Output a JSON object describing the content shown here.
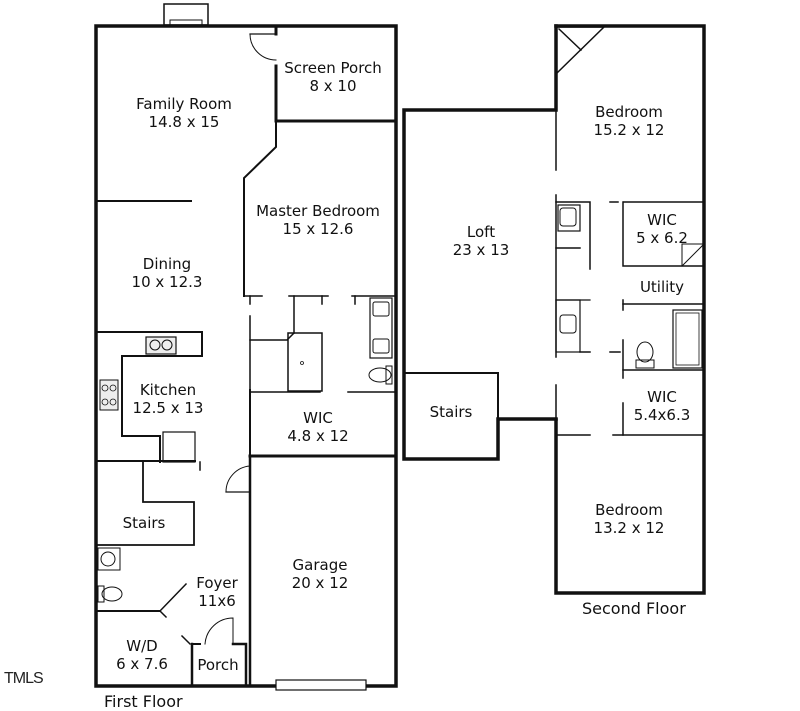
{
  "floors": {
    "first": {
      "caption": "First Floor",
      "rooms": [
        {
          "name": "Family Room",
          "size": "14.8 x 15"
        },
        {
          "name": "Screen Porch",
          "size": "8 x 10"
        },
        {
          "name": "Master Bedroom",
          "size": "15 x 12.6"
        },
        {
          "name": "Dining",
          "size": "10 x 12.3"
        },
        {
          "name": "Kitchen",
          "size": "12.5 x 13"
        },
        {
          "name": "WIC",
          "size": "4.8 x 12"
        },
        {
          "name": "Stairs",
          "size": ""
        },
        {
          "name": "Garage",
          "size": "20 x 12"
        },
        {
          "name": "Foyer",
          "size": "11x6"
        },
        {
          "name": "W/D",
          "size": "6 x 7.6"
        },
        {
          "name": "Porch",
          "size": ""
        }
      ]
    },
    "second": {
      "caption": "Second Floor",
      "rooms": [
        {
          "name": "Bedroom",
          "size": "15.2 x 12"
        },
        {
          "name": "Loft",
          "size": "23 x 13"
        },
        {
          "name": "WIC",
          "size": "5 x 6.2"
        },
        {
          "name": "Utility",
          "size": ""
        },
        {
          "name": "Stairs",
          "size": ""
        },
        {
          "name": "WIC",
          "size": "5.4x6.3"
        },
        {
          "name": "Bedroom",
          "size": "13.2 x 12"
        }
      ]
    }
  },
  "watermark": "TMLS",
  "colors": {
    "wall": "#111111",
    "background": "#ffffff",
    "fixture": "#555555"
  }
}
